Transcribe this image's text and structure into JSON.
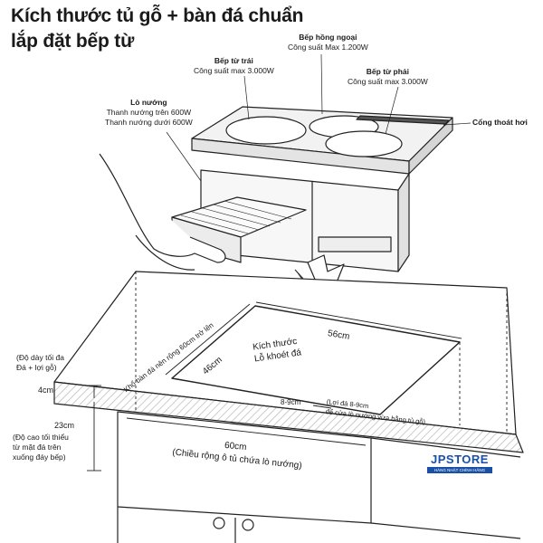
{
  "title": {
    "line1": "Kích thước tủ gỗ + bàn đá chuẩn",
    "line2": "lắp đặt bếp từ"
  },
  "labels": {
    "infrared": {
      "name": "Bếp hồng ngoại",
      "power": "Công suất Max 1.200W"
    },
    "left": {
      "name": "Bếp từ trái",
      "power": "Công suất max 3.000W"
    },
    "right": {
      "name": "Bếp từ phải",
      "power": "Công suất max 3.000W"
    },
    "oven": {
      "name": "Lò nướng",
      "top": "Thanh nướng trên 600W",
      "bottom": "Thanh nướng dưới 600W"
    },
    "vent": "Cổng thoát hơi"
  },
  "dims": {
    "counter_width": "Khổ bàn đá nên rộng 60cm trở lên",
    "cutout_depth": "46cm",
    "cutout_width": "56cm",
    "cutout_line1": "Kích thước",
    "cutout_line2": "Lỗ khoét đá",
    "gap": "8-9cm",
    "gap_note1": "(Lợi đá 8-9cm",
    "gap_note2": "để cửa lò nướng vừa bằng tủ gỗ)",
    "thickness_note1": "(Độ dày tối đa",
    "thickness_note2": "Đá + lợi gỗ)",
    "thickness": "4cm",
    "height": "23cm",
    "height_note1": "(Độ cao tối thiểu",
    "height_note2": "từ mặt đá trên",
    "height_note3": "xuống đáy bếp)",
    "cabinet_width": "60cm",
    "cabinet_note": "(Chiều rộng ô tủ chứa lò nướng)"
  },
  "brand": {
    "name": "JPSTORE",
    "tagline": "HÀNG NHẬT CHÍNH HÃNG",
    "color": "#1a4fa8"
  }
}
